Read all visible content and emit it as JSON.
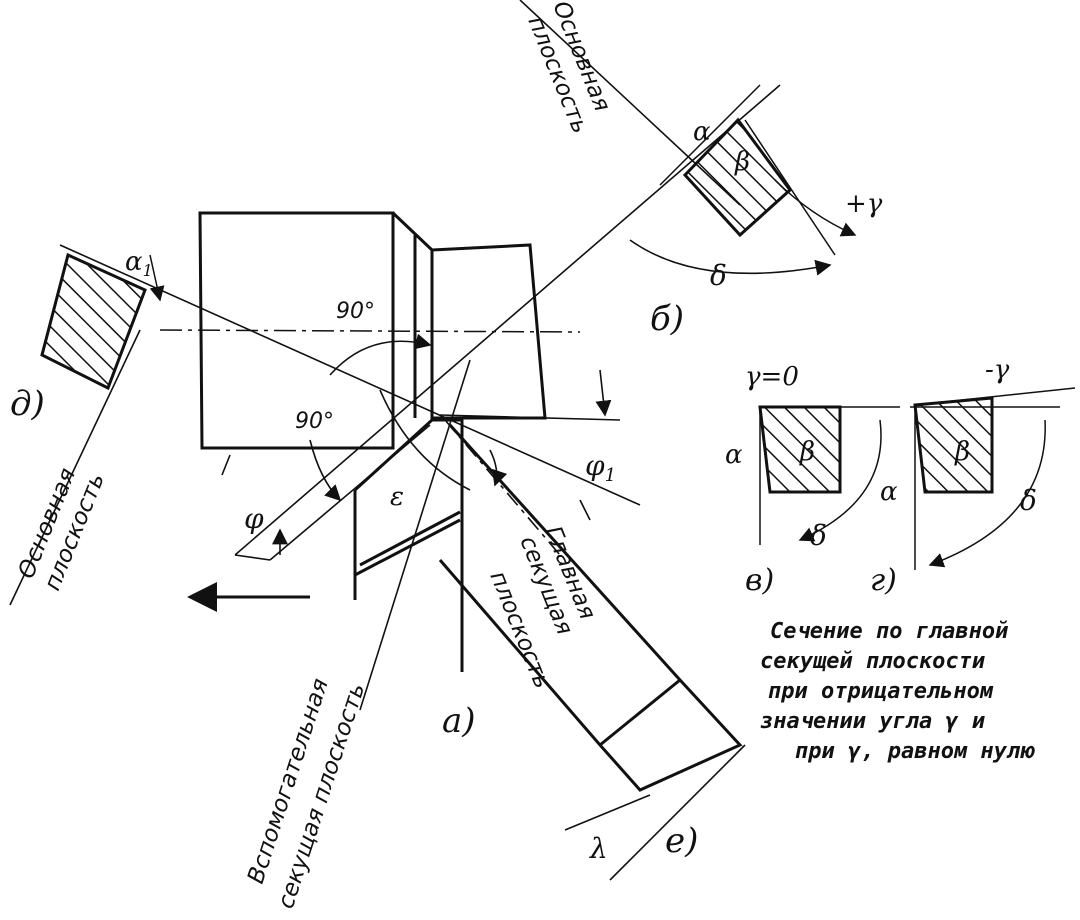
{
  "labels": {
    "fig_a": "а)",
    "fig_b": "б)",
    "fig_v": "в)",
    "fig_g": "г)",
    "fig_d": "д)",
    "fig_e": "е)",
    "osnovnaya_top_1": "Основная",
    "osnovnaya_top_2": "плоскость",
    "osnovnaya_left_1": "Основная",
    "osnovnaya_left_2": "плоскость",
    "glavnaya_1": "Главная",
    "glavnaya_2": "секущая",
    "glavnaya_3": "плоскость",
    "vspom_1": "Вспомогательная",
    "vspom_2": "секущая плоскость"
  },
  "angles": {
    "alpha": "α",
    "alpha1": "α",
    "alpha1_sub": "1",
    "beta": "β",
    "gamma_pos": "+γ",
    "gamma_neg": "-γ",
    "gamma_zero": "γ=0",
    "delta": "δ",
    "phi": "φ",
    "phi1": "φ",
    "phi1_sub": "1",
    "epsilon": "ε",
    "lambda": "λ",
    "deg90_a": "90°",
    "deg90_b": "90°"
  },
  "caption": [
    "Сечение по главной",
    "секущей плоскости",
    "при отрицательном",
    "значении угла γ и",
    "при γ, равном нулю"
  ]
}
